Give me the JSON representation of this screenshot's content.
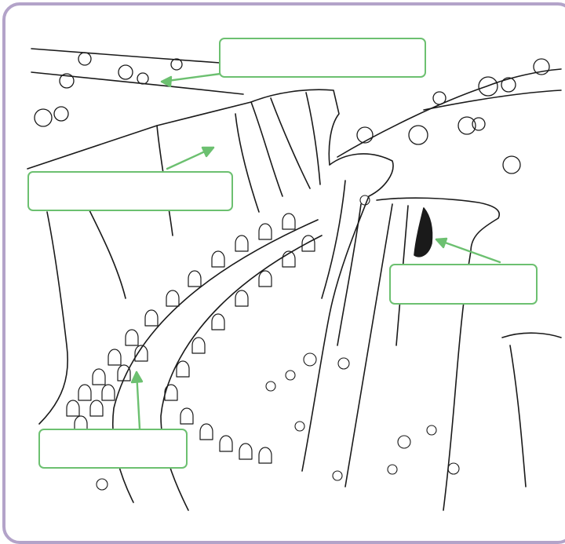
{
  "diagram": {
    "colors": {
      "frame_border": "#b3a3c9",
      "label_border": "#6cc070",
      "arrow": "#6cc070",
      "line_art": "#1a1a1a"
    },
    "labels": [
      {
        "id": "top",
        "text": ""
      },
      {
        "id": "cliff",
        "text": ""
      },
      {
        "id": "cave",
        "text": ""
      },
      {
        "id": "river",
        "text": ""
      }
    ]
  }
}
